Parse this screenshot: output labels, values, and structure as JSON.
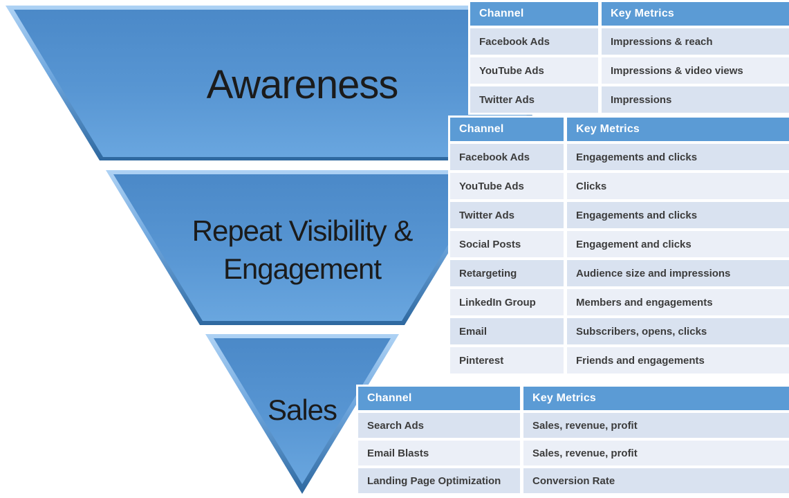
{
  "funnel": {
    "stages": [
      {
        "id": "awareness",
        "label": "Awareness"
      },
      {
        "id": "engagement",
        "label": "Repeat Visibility & Engagement"
      },
      {
        "id": "sales",
        "label": "Sales"
      }
    ]
  },
  "tables": [
    {
      "columns": [
        "Channel",
        "Key Metrics"
      ],
      "rows": [
        {
          "channel": "Facebook Ads",
          "metric": "Impressions & reach"
        },
        {
          "channel": "YouTube Ads",
          "metric": "Impressions & video views"
        },
        {
          "channel": "Twitter Ads",
          "metric": "Impressions"
        }
      ]
    },
    {
      "columns": [
        "Channel",
        "Key Metrics"
      ],
      "rows": [
        {
          "channel": "Facebook Ads",
          "metric": "Engagements and clicks"
        },
        {
          "channel": "YouTube Ads",
          "metric": "Clicks"
        },
        {
          "channel": "Twitter Ads",
          "metric": "Engagements and clicks"
        },
        {
          "channel": "Social Posts",
          "metric": "Engagement and clicks"
        },
        {
          "channel": "Retargeting",
          "metric": "Audience size and impressions"
        },
        {
          "channel": "LinkedIn Group",
          "metric": "Members and engagements"
        },
        {
          "channel": "Email",
          "metric": "Subscribers, opens, clicks"
        },
        {
          "channel": "Pinterest",
          "metric": "Friends and engagements"
        }
      ]
    },
    {
      "columns": [
        "Channel",
        "Key Metrics"
      ],
      "rows": [
        {
          "channel": "Search Ads",
          "metric": "Sales, revenue, profit"
        },
        {
          "channel": "Email Blasts",
          "metric": "Sales, revenue, profit"
        },
        {
          "channel": "Landing Page Optimization",
          "metric": "Conversion Rate"
        }
      ]
    }
  ],
  "colors": {
    "table_header_blue": "#5B9BD5",
    "row_band_dark": "#D9E2F0",
    "row_band_light": "#EBEFF7",
    "funnel_face_top": "#4B89C8",
    "funnel_face_bottom": "#69A6DF",
    "funnel_edge_light": "#AED2F4",
    "funnel_edge_dark": "#2E689F",
    "label_text": "#1B1B1B",
    "cell_text": "#3C3C3C"
  }
}
